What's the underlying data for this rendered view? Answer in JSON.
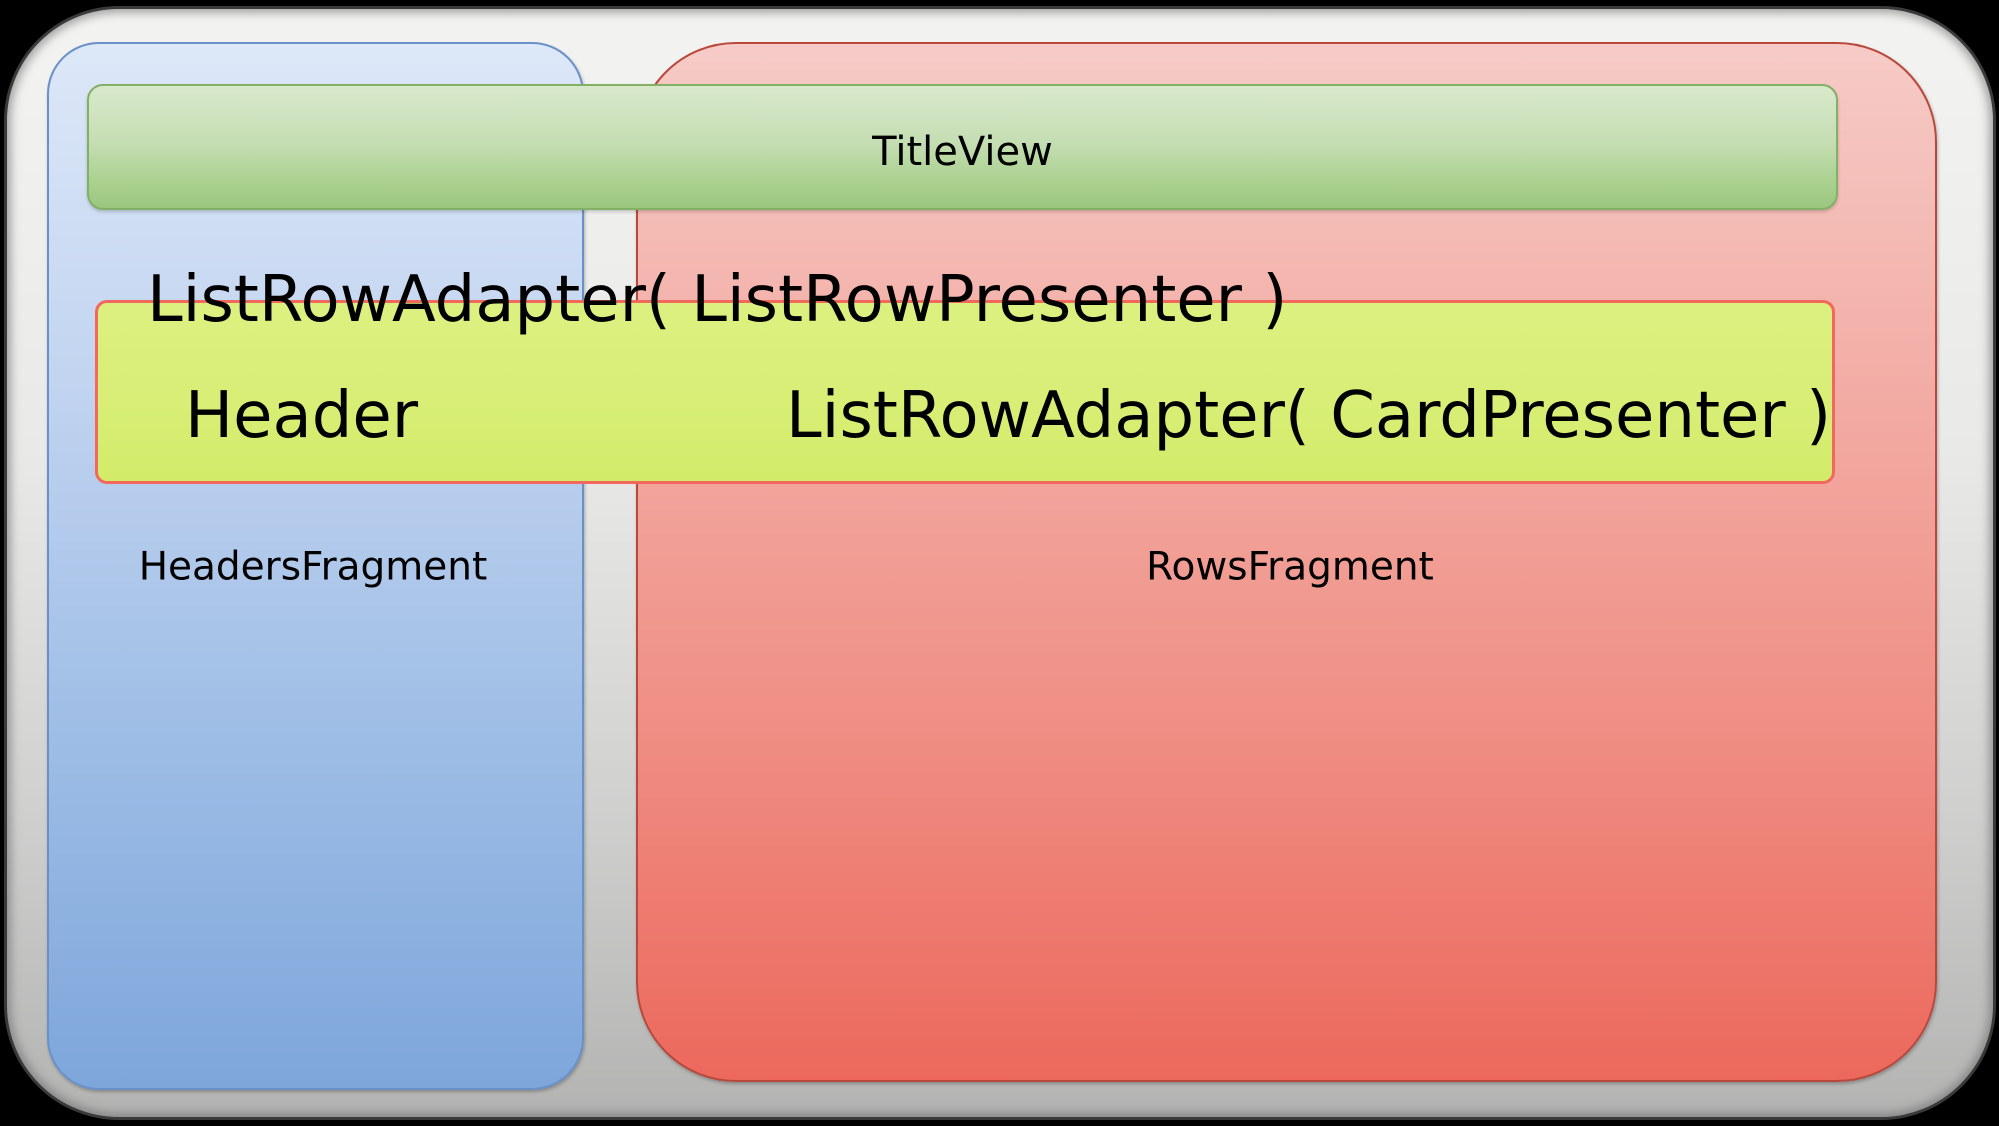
{
  "diagram": {
    "title_view": "TitleView",
    "list_row_adapter_presenter": "ListRowAdapter( ListRowPresenter )",
    "header": "Header",
    "list_row_adapter_card": "ListRowAdapter( CardPresenter )",
    "headers_fragment": "HeadersFragment",
    "rows_fragment": "RowsFragment"
  },
  "colors": {
    "background": "#000000",
    "frame-top": "#f3f3f1",
    "frame-bottom": "#b3b3b2",
    "frame-border": "#3a3a3a",
    "headers-top": "#dde8f8",
    "headers-bottom": "#7ea6db",
    "headers-border": "#6a90c8",
    "rows-top": "#f6cbc7",
    "rows-bottom": "#ec685c",
    "rows-border": "#b8483c",
    "title-top": "#d8e9cb",
    "title-bottom": "#9bc67f",
    "title-border": "#82b066",
    "row-fill": "#d8ee76",
    "row-border": "#f3685c",
    "text": "#000000"
  }
}
